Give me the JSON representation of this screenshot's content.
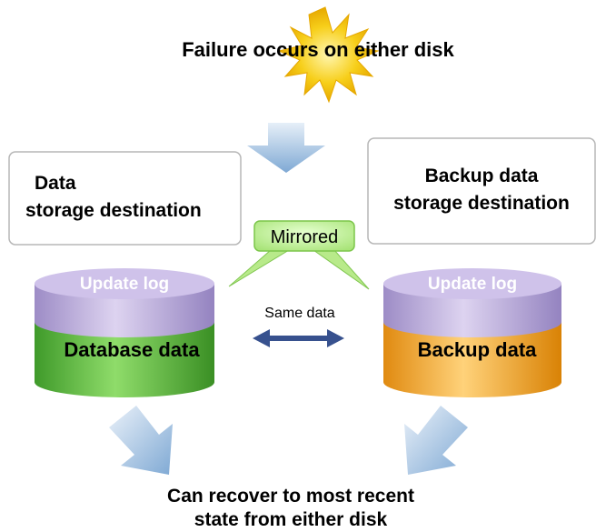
{
  "header": {
    "failure_line": "Failure occurs on either disk"
  },
  "left": {
    "box_line1": "Data",
    "box_line2": "storage destination",
    "disk_top": "Update log",
    "disk_body": "Database data"
  },
  "right": {
    "box_line1": "Backup data",
    "box_line2": "storage destination",
    "disk_top": "Update log",
    "disk_body": "Backup data"
  },
  "center": {
    "mirrored_label": "Mirrored",
    "same_data_label": "Same data"
  },
  "footer": {
    "line1": "Can recover to most recent",
    "line2": "state from either disk"
  },
  "colors": {
    "burst": "#f2c200",
    "arrow_fill": "#9bbfe0",
    "mirrored_fill": "#b3ea82",
    "mirrored_border": "#7cc64a",
    "log_purple": "#b9a8d8",
    "disk_green": "#56b53a",
    "disk_orange": "#f2a22a",
    "double_arrow": "#37518e"
  }
}
